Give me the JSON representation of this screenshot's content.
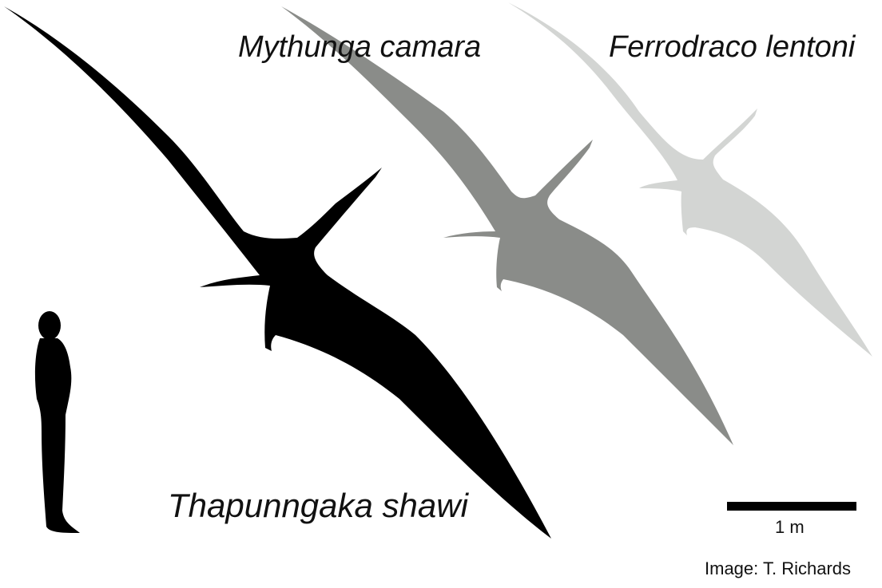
{
  "figure": {
    "type": "size-comparison silhouettes",
    "background": "#ffffff"
  },
  "species": [
    {
      "name": "Mythunga camara",
      "color": "#8a8c89",
      "position": "middle"
    },
    {
      "name": "Ferrodraco lentoni",
      "color": "#d3d5d3",
      "position": "right"
    },
    {
      "name": "Thapunngaka shawi",
      "color": "#000000",
      "position": "left / largest"
    }
  ],
  "human_scale_figure": {
    "icon": "human-silhouette-icon",
    "color": "#000000"
  },
  "scale_bar": {
    "label": "1 m",
    "color": "#000000"
  },
  "credit": "Image: T. Richards"
}
